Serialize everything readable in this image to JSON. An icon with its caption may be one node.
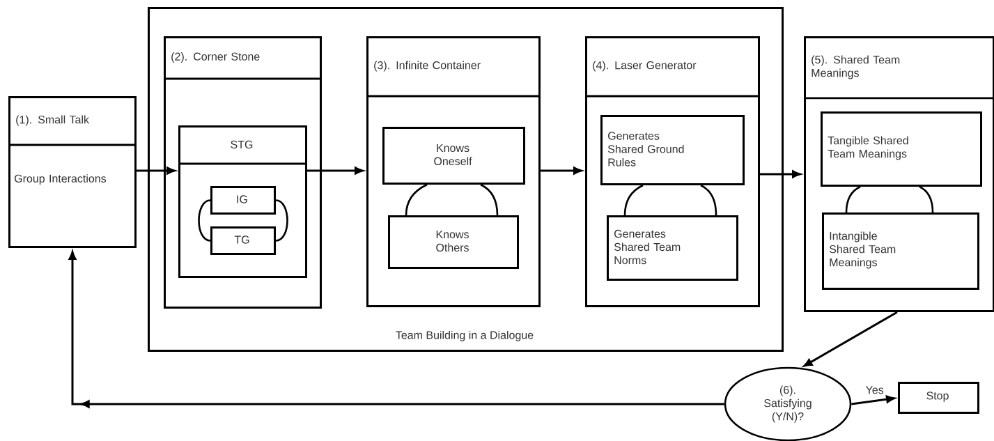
{
  "diagram": {
    "nodes": [
      {
        "text": [
          "Team Building in a Dialogue"
        ]
      },
      {
        "text": [
          "(1). Small Talk",
          "Group Interactions"
        ]
      },
      {
        "text": [
          "(2). Corner Stone"
        ],
        "in": 0
      },
      {
        "text": [
          "STG"
        ],
        "in": 2
      },
      {
        "text": [
          "IG"
        ],
        "in": 3
      },
      {
        "text": [
          "TG"
        ],
        "in": 3
      },
      {
        "text": [
          "(3). Infinite Container"
        ],
        "in": 0
      },
      {
        "text": [
          "Knows Oneself"
        ],
        "in": 6
      },
      {
        "text": [
          "Knows Others"
        ],
        "in": 6
      },
      {
        "text": [
          "(4). Laser Generator"
        ],
        "in": 0
      },
      {
        "text": [
          "Generates Shared Ground Rules"
        ],
        "in": 9
      },
      {
        "text": [
          "Generates Shared Team Norms"
        ],
        "in": 9
      },
      {
        "text": [
          "(5). Shared Team Meanings"
        ]
      },
      {
        "text": [
          "Tangible Shared Team Meanings"
        ],
        "in": 12
      },
      {
        "text": [
          "Intangible Shared Team Meanings"
        ],
        "in": 12
      },
      {
        "text": [
          "(6). Satisfying (Y/N)?"
        ]
      },
      {
        "text": [
          "Stop"
        ]
      }
    ],
    "edges": [
      {
        "from": 1,
        "to": 3,
        "arrow": "to"
      },
      {
        "from": 3,
        "to": 6,
        "arrow": "to"
      },
      {
        "from": 6,
        "to": 9,
        "arrow": "to"
      },
      {
        "from": 9,
        "to": 12,
        "arrow": "to"
      },
      {
        "from": 12,
        "to": 15,
        "arrow": "to"
      },
      {
        "from": 15,
        "to": 16,
        "arrow": "to",
        "label": "Yes"
      },
      {
        "from": 15,
        "to": 1,
        "arrow": "to"
      },
      {
        "from": 4,
        "to": 5,
        "arrow": "none"
      },
      {
        "from": 4,
        "to": 5,
        "arrow": "none"
      },
      {
        "from": 7,
        "to": 8,
        "arrow": "none"
      },
      {
        "from": 10,
        "to": 11,
        "arrow": "none"
      },
      {
        "from": 13,
        "to": 14,
        "arrow": "none"
      }
    ]
  }
}
